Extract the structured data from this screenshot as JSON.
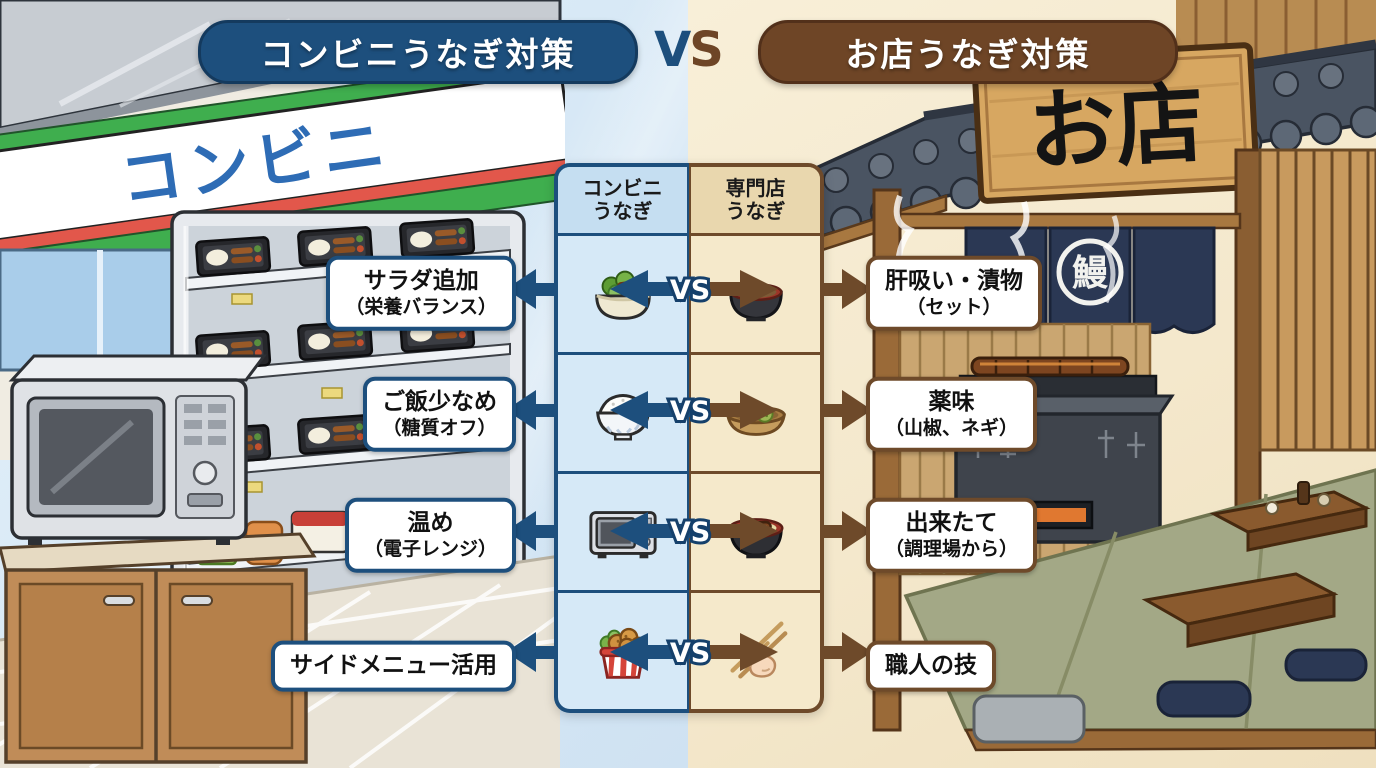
{
  "banners": {
    "left_label": "コンビニうなぎ対策",
    "vs_v": "V",
    "vs_s": "S",
    "right_label": "お店うなぎ対策"
  },
  "signs": {
    "convenience": "コンビニ",
    "shop": "お店",
    "noren_crest": "鰻"
  },
  "table": {
    "headers": [
      {
        "line1": "コンビニ",
        "line2": "うなぎ"
      },
      {
        "line1": "専門店",
        "line2": "うなぎ"
      }
    ],
    "rows": [
      {
        "vs": "VS",
        "left_icon": "salad-bowl",
        "right_icon": "kimosui-soup-bowl"
      },
      {
        "vs": "VS",
        "left_icon": "rice-bowl",
        "right_icon": "condiments-bowl"
      },
      {
        "vs": "VS",
        "left_icon": "microwave",
        "right_icon": "unagi-bowl"
      },
      {
        "vs": "VS",
        "left_icon": "fried-chicken-cup",
        "right_icon": "hand-with-chopsticks"
      }
    ]
  },
  "left_labels": [
    {
      "line1": "サラダ追加",
      "line2": "（栄養バランス）"
    },
    {
      "line1": "ご飯少なめ",
      "line2": "（糖質オフ）"
    },
    {
      "line1": "温め",
      "line2": "（電子レンジ）"
    },
    {
      "line1": "サイドメニュー活用",
      "line2": ""
    }
  ],
  "right_labels": [
    {
      "line1": "肝吸い・漬物",
      "line2": "（セット）"
    },
    {
      "line1": "薬味",
      "line2": "（山椒、ネギ）"
    },
    {
      "line1": "出来たて",
      "line2": "（調理場から）"
    },
    {
      "line1": "職人の技",
      "line2": ""
    }
  ],
  "colors": {
    "convenience_accent": "#1d4f7d",
    "shop_accent": "#6e4526",
    "left_background": "#d8e9f6",
    "right_background": "#f4e8cc",
    "label_background": "#ffffff"
  }
}
